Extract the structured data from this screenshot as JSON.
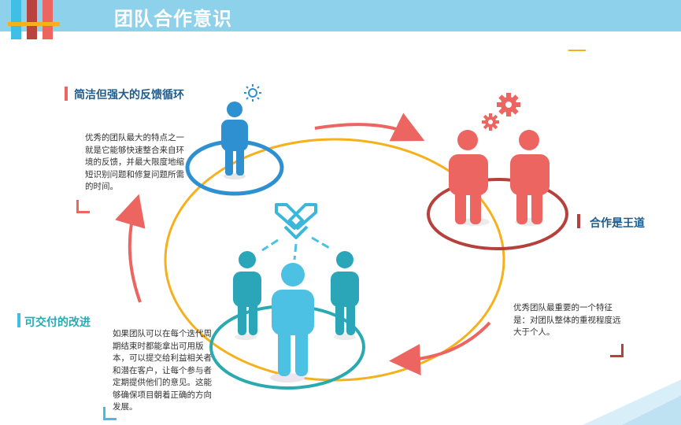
{
  "title": "团队合作意识",
  "sections": {
    "feedback": {
      "heading": "简洁但强大的反馈循环",
      "body": "优秀的团队最大的特点之一就是它能够快速整合来自环境的反馈，并最大限度地缩短识别问题和修复问题所需的时间。"
    },
    "cooperation": {
      "heading": "合作是王道",
      "body": "优秀团队最重要的一个特征是：对团队整体的重视程度远大于个人。"
    },
    "delivery": {
      "heading": "可交付的改进",
      "body": "如果团队可以在每个迭代周期结束时都能拿出可用版本，可以提交给利益相关者和潜在客户，让每个参与者定期提供他们的意见。这能够确保项目朝着正确的方向发展。"
    }
  },
  "colors": {
    "header": "#8dd1ea",
    "blue": "#2f90d1",
    "red": "#ec6560",
    "dark_red": "#b5403c",
    "teal": "#2aa9b1",
    "cyan": "#4dc1e4",
    "orange": "#f6b01c",
    "navy": "#1f5c8b"
  },
  "icons": [
    "gear-icon",
    "sun-icon",
    "handshake-icon",
    "arrow-icon"
  ]
}
